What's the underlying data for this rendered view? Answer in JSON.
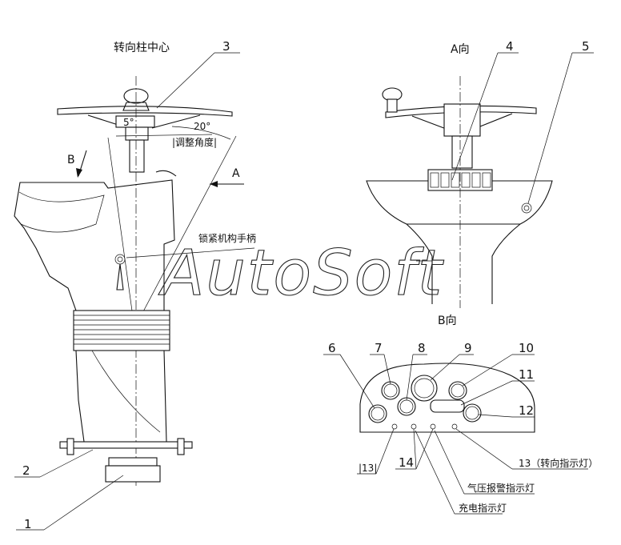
{
  "labels": {
    "center": "转向柱中心",
    "view_a": "A向",
    "view_b": "B向",
    "arrow_a": "A",
    "arrow_b": "B",
    "angle_5": "5°",
    "angle_20": "20°",
    "adjust": "|调整角度|",
    "lock_handle": "锁紧机构手柄",
    "pressure_light": "气压报警指示灯",
    "charge_light": "充电指示灯",
    "turn_light": "13（转向指示灯）",
    "n13b": "|13|"
  },
  "callouts": [
    "1",
    "2",
    "3",
    "4",
    "5",
    "6",
    "7",
    "8",
    "9",
    "10",
    "11",
    "12",
    "14"
  ],
  "watermark": "AutoSoft"
}
